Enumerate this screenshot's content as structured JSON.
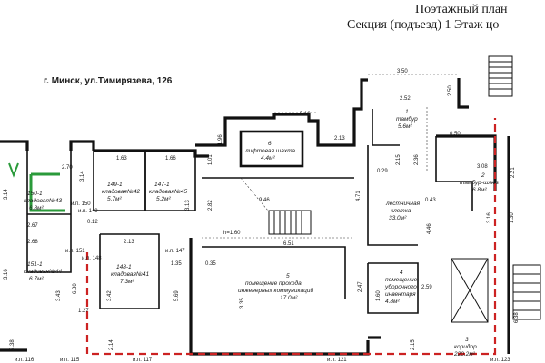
{
  "header": {
    "title": "Поэтажный план",
    "subtitle": "Секция (подъезд)  1    Этаж  цо"
  },
  "address": "г. Минск, ул.Тимирязева, 126",
  "colors": {
    "wall": "#111111",
    "boundary": "#cc2222",
    "green": "#2a9a3a"
  },
  "rooms": {
    "r150": {
      "num": "150-1",
      "name": "кладовая№43",
      "area": "6.8м²"
    },
    "r151": {
      "num": "151-1",
      "name": "кладовая№44",
      "area": "6.7м²"
    },
    "r149": {
      "num": "149-1",
      "name": "кладовая№42",
      "area": "5.7м²"
    },
    "r147": {
      "num": "147-1",
      "name": "кладовая№45",
      "area": "5.2м²"
    },
    "r148": {
      "num": "148-1",
      "name": "кладовая№41",
      "area": "7.3м²"
    },
    "r6": {
      "num": "6",
      "name": "лифтовая шахта",
      "area": "4.4м²"
    },
    "r1": {
      "num": "1",
      "name": "тамбур",
      "area": "5.6м²"
    },
    "r2": {
      "num": "2",
      "name": "тамбур-шлюз",
      "area": "6.8м²"
    },
    "rStair": {
      "name": "лестничная",
      "name2": "клетка",
      "area": "33.0м²"
    },
    "r5": {
      "num": "5",
      "name": "помещение прохода",
      "name2": "инженерных коммуникаций",
      "area": "17.0м²"
    },
    "r4": {
      "num": "4",
      "name": "помещение",
      "name2": "уборочного",
      "name3": "инвентаря",
      "area": "4.8м²"
    },
    "r3": {
      "num": "3",
      "name": "коридор",
      "area": "220.2м²"
    }
  },
  "dims": {
    "d350": "3.50",
    "d252": "2.52",
    "d250": "2.50",
    "d519": "5.19",
    "d196": "1.96",
    "d213a": "2.13",
    "d050": "0.50",
    "d308": "3.08",
    "d221": "2.21",
    "d029": "0.29",
    "d215a": "2.15",
    "d236": "2.36",
    "d101": "1.01",
    "d270": "2.70",
    "d314a": "3.14",
    "d314b": "3.14",
    "d163": "1.63",
    "d166": "1.66",
    "d946": "9.46",
    "d282": "2.82",
    "d313": "3.13",
    "d471": "4.71",
    "d043": "0.43",
    "d316a": "3.16",
    "d130": "1.30",
    "d267": "2.67",
    "d268": "2.68",
    "d012": "0.12",
    "d213b": "2.13",
    "dh": "h=1.60",
    "d651": "6.51",
    "d446": "4.46",
    "d035": "0.35",
    "d135": "1.35",
    "d316b": "3.16",
    "d680": "6.80",
    "d343": "3.43",
    "d127": "1.27",
    "d342": "3.42",
    "d569": "5.69",
    "d335": "3.35",
    "d247": "2.47",
    "d160": "1.60",
    "d259": "2.59",
    "d638": "6.38",
    "d238": "2.38",
    "d214": "2.14",
    "d215b": "2.15"
  },
  "axis_labels": {
    "a150": "и.п. 150",
    "a149": "и.п. 149",
    "a151": "и.п. 151",
    "a148": "и.п. 148",
    "a147": "и.п. 147",
    "a116": "и.п. 116",
    "a115": "и.п. 115",
    "a117": "и.п. 117",
    "a121": "и.п. 121",
    "a123": "и.п. 123"
  }
}
